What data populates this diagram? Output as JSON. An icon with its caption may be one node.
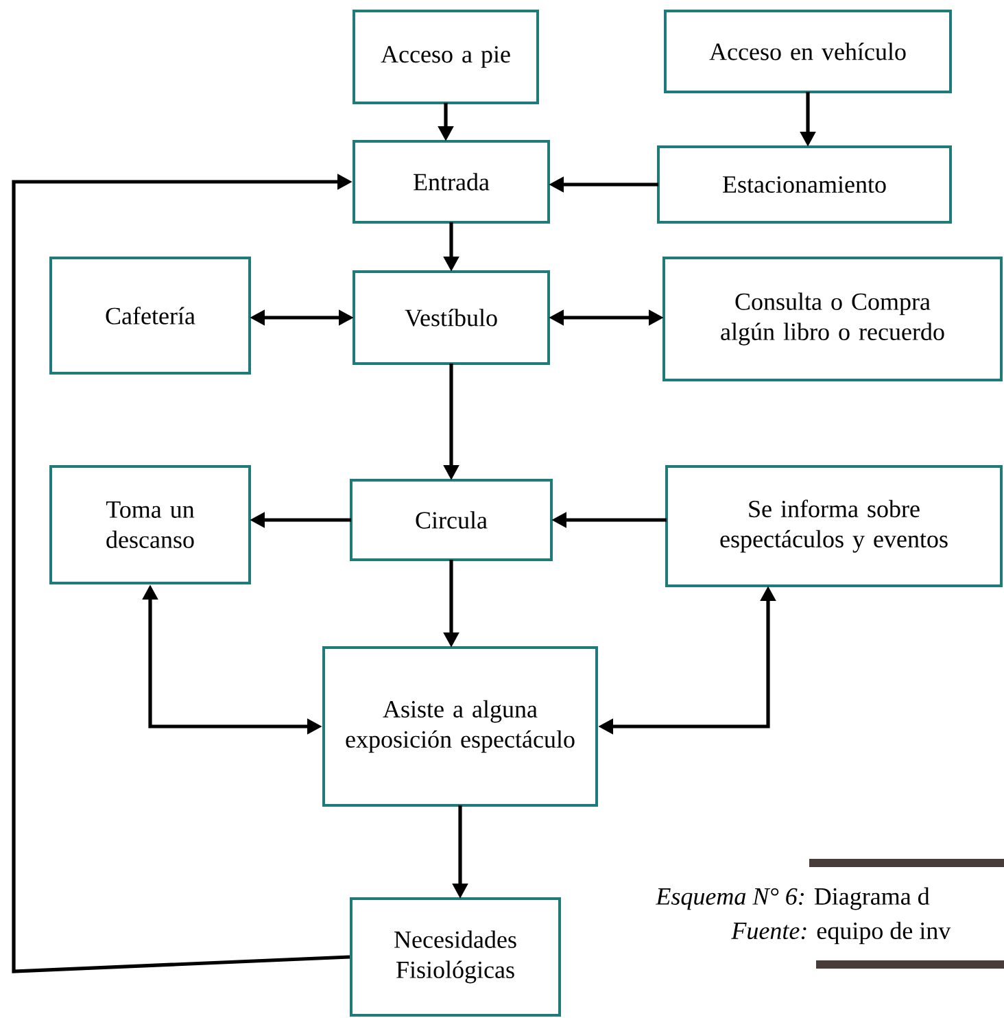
{
  "diagram": {
    "nodes": [
      {
        "text": [
          "Acceso a pie"
        ]
      },
      {
        "text": [
          "Acceso en vehículo"
        ]
      },
      {
        "text": [
          "Entrada"
        ]
      },
      {
        "text": [
          "Estacionamiento"
        ]
      },
      {
        "text": [
          "Cafetería"
        ]
      },
      {
        "text": [
          "Vestíbulo"
        ]
      },
      {
        "text": [
          "Consulta o Compra algún libro o recuerdo"
        ]
      },
      {
        "text": [
          "Toma un descanso"
        ]
      },
      {
        "text": [
          "Circula"
        ]
      },
      {
        "text": [
          "Se informa sobre espectáculos y eventos"
        ]
      },
      {
        "text": [
          "Asiste a alguna exposición espectáculo"
        ]
      },
      {
        "text": [
          "Necesidades Fisiológicas"
        ]
      }
    ],
    "edges": [
      {
        "from": 0,
        "to": 2,
        "arrow": "to"
      },
      {
        "from": 1,
        "to": 3,
        "arrow": "to"
      },
      {
        "from": 3,
        "to": 2,
        "arrow": "to"
      },
      {
        "from": 2,
        "to": 5,
        "arrow": "to"
      },
      {
        "from": 5,
        "to": 4,
        "arrow": "both"
      },
      {
        "from": 5,
        "to": 6,
        "arrow": "both"
      },
      {
        "from": 5,
        "to": 8,
        "arrow": "to"
      },
      {
        "from": 8,
        "to": 7,
        "arrow": "to"
      },
      {
        "from": 9,
        "to": 8,
        "arrow": "to"
      },
      {
        "from": 8,
        "to": 10,
        "arrow": "to"
      },
      {
        "from": 10,
        "to": 7,
        "arrow": "both"
      },
      {
        "from": 10,
        "to": 9,
        "arrow": "both"
      },
      {
        "from": 10,
        "to": 11,
        "arrow": "to"
      },
      {
        "from": 11,
        "to": 2,
        "arrow": "to"
      }
    ],
    "labels": [
      "*Esquema N° 6:* Diagrama d",
      "*Fuente:* equipo de inv"
    ]
  }
}
